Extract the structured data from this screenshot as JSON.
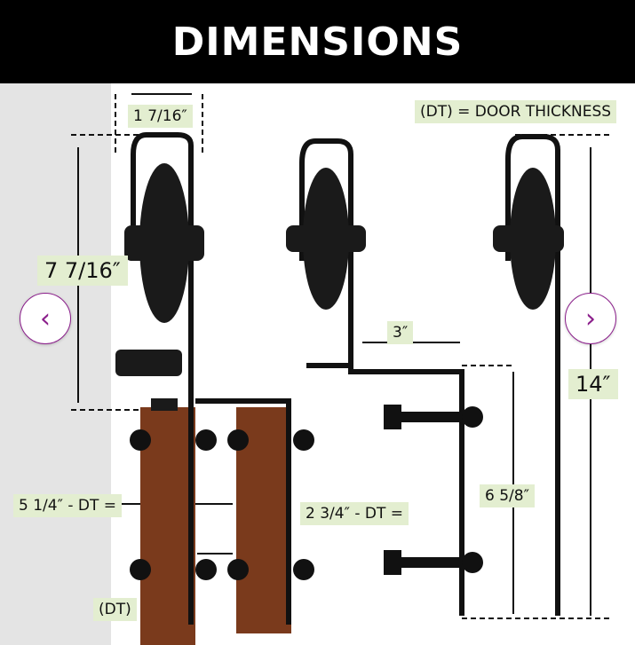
{
  "header": {
    "title": "DIMENSIONS"
  },
  "labels": {
    "top_width": "1 7/16″",
    "legend": "(DT) = DOOR THICKNESS",
    "height_left": "7 7/16″",
    "offset": "3″",
    "total_height": "14″",
    "wide_gap": "5 1/4″ - DT =",
    "narrow_gap": "2 3/4″ - DT =",
    "bolt_spacing": "6 5/8″",
    "door_thickness": "(DT)"
  },
  "nav": {
    "prev_icon": "‹",
    "next_icon": "›"
  },
  "colors": {
    "accent": "#8b1e8b",
    "label_bg": "#e3eed0",
    "wood": "#7a3a1c"
  }
}
